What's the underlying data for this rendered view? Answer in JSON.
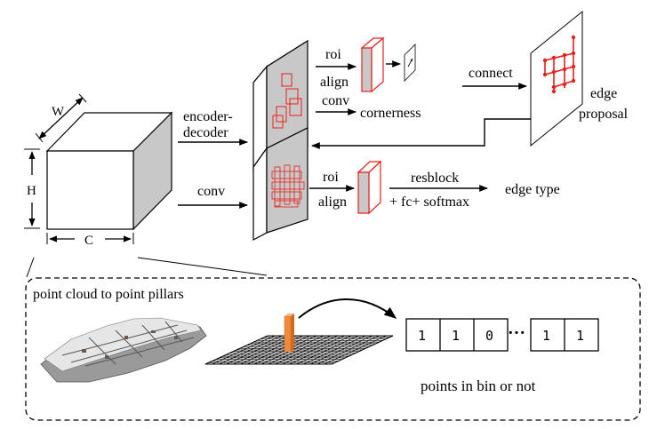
{
  "labels": {
    "w": "W",
    "h": "H",
    "c": "C",
    "encoder_decoder_line1": "encoder-",
    "encoder_decoder_line2": "decoder",
    "conv_bottom": "conv",
    "roi_top": "roi",
    "align_top": "align",
    "conv_top": "conv",
    "cornerness": "cornerness",
    "connect": "connect",
    "edge_proposal_line1": "edge",
    "edge_proposal_line2": "proposal",
    "roi_bottom": "roi",
    "align_bottom": "align",
    "resblock": "resblock",
    "fc_softmax": "+ fc+ softmax",
    "edge_type": "edge type"
  },
  "inset": {
    "title": "point cloud to point pillars",
    "caption": "points in bin or not",
    "vector": [
      "1",
      "1",
      "0",
      "1",
      "1"
    ],
    "ellipsis": "···"
  },
  "colors": {
    "red": "#e8201b",
    "gray": "#cfcfcf",
    "orange": "#f08a3c",
    "black": "#000000"
  }
}
